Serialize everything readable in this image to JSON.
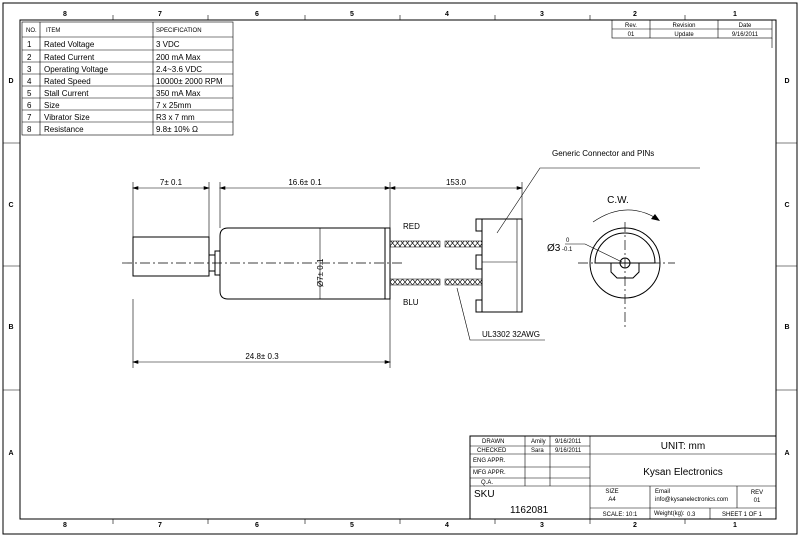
{
  "zones": {
    "numbers": [
      "8",
      "7",
      "6",
      "5",
      "4",
      "3",
      "2",
      "1"
    ],
    "letters": [
      "D",
      "C",
      "B",
      "A"
    ]
  },
  "spec_table": {
    "headers": [
      "NO.",
      "ITEM",
      "SPECIFICATION"
    ],
    "rows": [
      [
        "1",
        "Rated Voltage",
        "3 VDC"
      ],
      [
        "2",
        "Rated Current",
        "200 mA Max"
      ],
      [
        "3",
        "Operating Voltage",
        "2.4~3.6 VDC"
      ],
      [
        "4",
        "Rated Speed",
        "10000± 2000 RPM"
      ],
      [
        "5",
        "Stall Current",
        "350 mA Max"
      ],
      [
        "6",
        "Size",
        "7 x 25mm"
      ],
      [
        "7",
        "Vibrator Size",
        "R3 x 7 mm"
      ],
      [
        "8",
        "Resistance",
        "9.8± 10% Ω"
      ]
    ]
  },
  "revision_table": {
    "headers": [
      "Rev.",
      "Revision",
      "Date"
    ],
    "row": [
      "01",
      "Update",
      "9/16/2011"
    ]
  },
  "drawing": {
    "dim_vibrator": "7± 0.1",
    "dim_body": "16.6± 0.1",
    "dim_wire": "153.0",
    "dim_total": "24.8± 0.3",
    "dim_diameter": "Ø7± 0.1",
    "wire_red": "RED",
    "wire_blu": "BLU",
    "connector_label": "Generic Connector and PINs",
    "wire_spec": "UL3302 32AWG",
    "rotation": "C.W.",
    "shaft_dia": "Ø3",
    "shaft_tol_upper": "0",
    "shaft_tol_lower": "-0.1"
  },
  "title_block": {
    "drawn_label": "DRAWN",
    "drawn_by": "Amily",
    "drawn_date": "9/16/2011",
    "checked_label": "CHECKED",
    "checked_by": "Sara",
    "checked_date": "9/16/2011",
    "eng_label": "ENG APPR.",
    "mfg_label": "MFG APPR.",
    "qa_label": "Q.A.",
    "unit": "UNIT: mm",
    "company": "Kysan Electronics",
    "sku_label": "SKU",
    "sku": "1162081",
    "size_label": "SIZE",
    "size": "A4",
    "email_label": "Email",
    "email": "info@kysanelectronics.com",
    "rev_label": "REV",
    "rev": "01",
    "scale": "SCALE: 10:1",
    "weight_label": "Weight(kg):",
    "weight": "0.3",
    "sheet": "SHEET 1 OF 1"
  }
}
